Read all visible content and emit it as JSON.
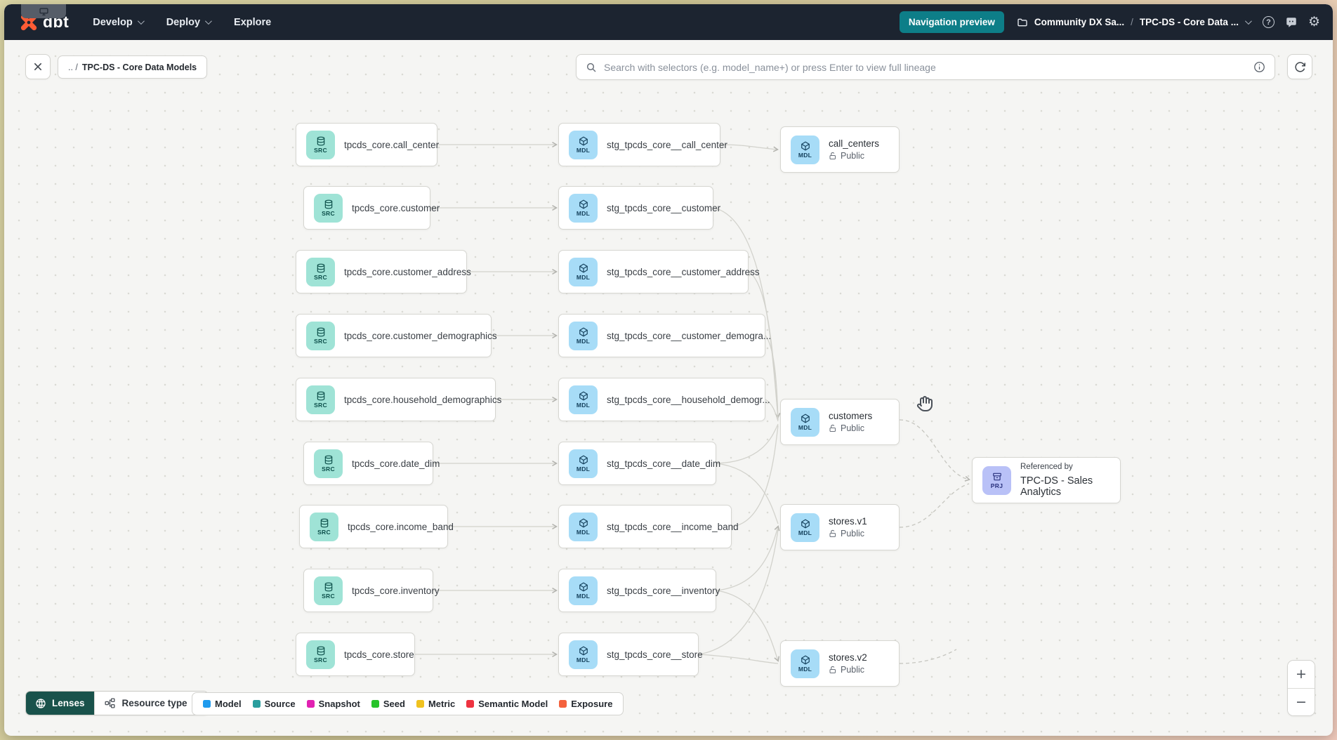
{
  "navbar": {
    "logo_text": "dbt",
    "menus": [
      {
        "label": "Develop",
        "has_chevron": true
      },
      {
        "label": "Deploy",
        "has_chevron": true
      },
      {
        "label": "Explore",
        "has_chevron": false
      }
    ],
    "preview_button_label": "Navigation preview",
    "breadcrumb": {
      "project": "Community DX Sa...",
      "separator": "/",
      "current": "TPC-DS - Core Data ..."
    }
  },
  "toolbar": {
    "chip_prefix": ".. /",
    "chip_label": "TPC-DS - Core Data Models",
    "search_placeholder": "Search with selectors (e.g. model_name+) or press Enter to view full lineage"
  },
  "graph": {
    "badges": {
      "source": "SRC",
      "model": "MDL",
      "project": "PRJ"
    },
    "sources": [
      "tpcds_core.call_center",
      "tpcds_core.customer",
      "tpcds_core.customer_address",
      "tpcds_core.customer_demographics",
      "tpcds_core.household_demographics",
      "tpcds_core.date_dim",
      "tpcds_core.income_band",
      "tpcds_core.inventory",
      "tpcds_core.store"
    ],
    "staging": [
      "stg_tpcds_core__call_center",
      "stg_tpcds_core__customer",
      "stg_tpcds_core__customer_address",
      "stg_tpcds_core__customer_demogra...",
      "stg_tpcds_core__household_demogr...",
      "stg_tpcds_core__date_dim",
      "stg_tpcds_core__income_band",
      "stg_tpcds_core__inventory",
      "stg_tpcds_core__store"
    ],
    "public_models": [
      {
        "name": "call_centers",
        "access": "Public"
      },
      {
        "name": "customers",
        "access": "Public"
      },
      {
        "name": "stores.v1",
        "access": "Public"
      },
      {
        "name": "stores.v2",
        "access": "Public"
      }
    ],
    "project_ref": {
      "caption": "Referenced by",
      "name": "TPC-DS - Sales Analytics"
    }
  },
  "legend": {
    "items": [
      {
        "label": "Model",
        "color": "#1f9bee"
      },
      {
        "label": "Source",
        "color": "#2a9e9e"
      },
      {
        "label": "Snapshot",
        "color": "#e121b2"
      },
      {
        "label": "Seed",
        "color": "#27c32a"
      },
      {
        "label": "Metric",
        "color": "#f0c21f"
      },
      {
        "label": "Semantic Model",
        "color": "#ee3340"
      },
      {
        "label": "Exposure",
        "color": "#f4613d"
      }
    ]
  },
  "footer": {
    "lenses_label": "Lenses",
    "resource_type_label": "Resource type"
  },
  "zoom_controls": {
    "zoom_in": "+",
    "zoom_out": "−"
  },
  "colors": {
    "navbar_bg": "#1c2430",
    "accent_teal": "#0d7e88",
    "lenses_teal": "#19524b",
    "logo_orange": "#ff5c35",
    "source_badge_bg": "#9fe3d6",
    "model_badge_bg": "#a7dcf7",
    "project_badge_bg": "#b9c1f7"
  },
  "icons": {
    "logo": "dbt-star",
    "screen_share": "monitor",
    "folder": "folder",
    "help": "circle-question",
    "feedback": "speech-bubble",
    "settings": "gear",
    "close": "x",
    "search": "magnifier",
    "info": "circle-i",
    "refresh": "rotate-cw",
    "source_node": "database-cylinder",
    "model_node": "cube",
    "project_node": "archive-box",
    "public_access": "open-lock",
    "lenses": "globe-lens",
    "resource_type": "hierarchy",
    "cursor": "grab-hand"
  }
}
